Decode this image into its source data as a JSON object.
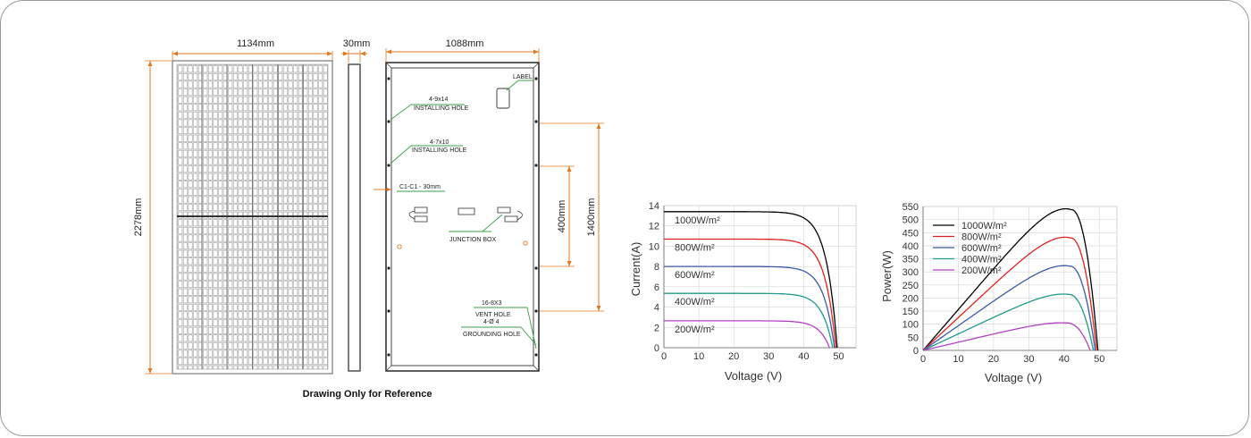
{
  "drawing": {
    "front_width": "1134mm",
    "thickness": "30mm",
    "back_width": "1088mm",
    "height": "2278mm",
    "mount_span_1": "400mm",
    "mount_span_2": "1400mm",
    "label": "LABEL",
    "hole1_size": "4-9x14",
    "hole1_name": "INSTALLING HOLE",
    "hole2_size": "4-7x10",
    "hole2_name": "INSTALLING HOLE",
    "cable": "C1-C1 - 30mm",
    "junction_box": "JUNCTION BOX",
    "vent_size": "16-8X3",
    "vent_name": "VENT HOLE",
    "ground_size": "4-Ø 4",
    "ground_name": "GROUNDING HOLE",
    "caption": "Drawing Only for Reference",
    "accent_color": "#e07a22",
    "callout_color": "#3aa04a"
  },
  "chart_data": [
    {
      "type": "line",
      "xlabel": "Voltage  (V)",
      "ylabel": "Current(A)",
      "xlim": [
        0,
        55
      ],
      "ylim": [
        0,
        14
      ],
      "xticks": [
        0,
        10,
        20,
        30,
        40,
        50
      ],
      "yticks": [
        0,
        2,
        4,
        6,
        8,
        10,
        12,
        14
      ],
      "series": [
        {
          "name": "1000W/m²",
          "color": "#000000",
          "isc": 13.4,
          "voc": 49.6
        },
        {
          "name": "800W/m²",
          "color": "#e02020",
          "isc": 10.7,
          "voc": 49.2
        },
        {
          "name": "600W/m²",
          "color": "#3a59a8",
          "isc": 8.0,
          "voc": 48.8
        },
        {
          "name": "400W/m²",
          "color": "#1f9a8a",
          "isc": 5.35,
          "voc": 48.3
        },
        {
          "name": "200W/m²",
          "color": "#b040c0",
          "isc": 2.65,
          "voc": 47.4
        }
      ]
    },
    {
      "type": "line",
      "xlabel": "Voltage  (V)",
      "ylabel": "Power(W)",
      "xlim": [
        0,
        55
      ],
      "ylim": [
        0,
        550
      ],
      "xticks": [
        0,
        10,
        20,
        30,
        40,
        50
      ],
      "yticks": [
        0,
        50,
        100,
        150,
        200,
        250,
        300,
        350,
        400,
        450,
        500,
        550
      ],
      "legend": "top-left",
      "series": [
        {
          "name": "1000W/m²",
          "color": "#000000",
          "pmax": 538,
          "vmp": 42.0,
          "voc": 49.6
        },
        {
          "name": "800W/m²",
          "color": "#e02020",
          "pmax": 430,
          "vmp": 41.8,
          "voc": 49.2
        },
        {
          "name": "600W/m²",
          "color": "#3a59a8",
          "pmax": 322,
          "vmp": 41.6,
          "voc": 48.8
        },
        {
          "name": "400W/m²",
          "color": "#1f9a8a",
          "pmax": 214,
          "vmp": 41.3,
          "voc": 48.3
        },
        {
          "name": "200W/m²",
          "color": "#b040c0",
          "pmax": 105,
          "vmp": 40.8,
          "voc": 47.4
        }
      ]
    }
  ]
}
